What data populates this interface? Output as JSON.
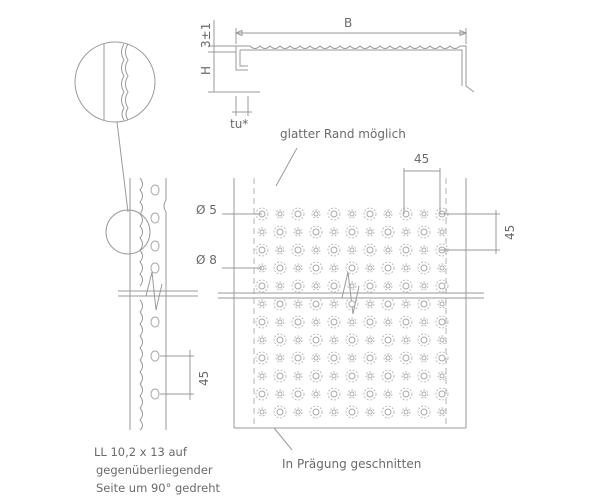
{
  "labels": {
    "width_b": "B",
    "height_h": "H",
    "height_tol": "3±1",
    "thickness": "tu*",
    "edge_note": "glatter Rand möglich",
    "pitch_top": "45",
    "pitch_side": "45",
    "pitch_left": "45",
    "dia_small": "Ø 5",
    "dia_large": "Ø 8",
    "ll_line1": "LL 10,2 x 13 auf",
    "ll_line2": "gegenüberliegender",
    "ll_line3": "Seite um 90° gedreht",
    "cut_note": "In Prägung geschnitten"
  },
  "colors": {
    "line": "#9a9a9a",
    "text": "#6a6a6a"
  }
}
